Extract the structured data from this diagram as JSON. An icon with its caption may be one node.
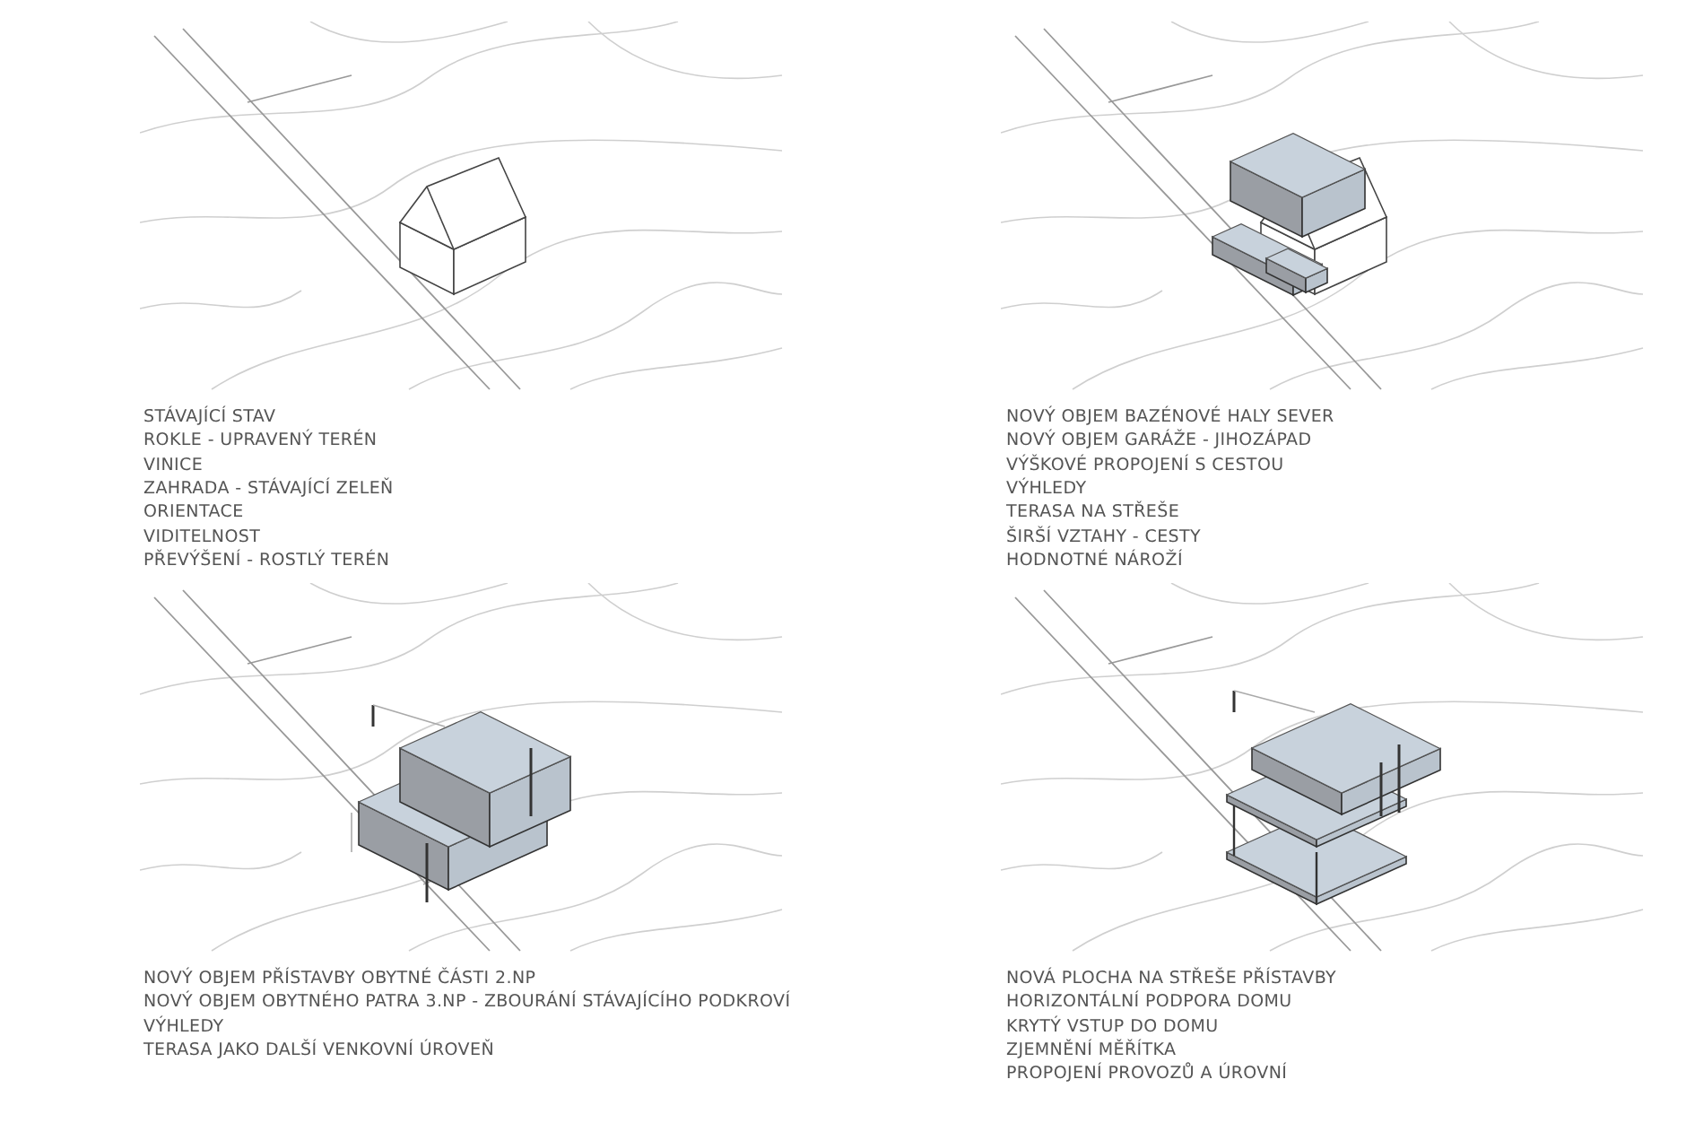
{
  "diagram": {
    "labels": [
      "STÁVAJÍCÍ STAV",
      "ROKLE - UPRAVENÝ TERÉN",
      "VINICE",
      "ZAHRADA - STÁVAJÍCÍ ZELEŇ",
      "ORIENTACE",
      "VIDITELNOST",
      "PŘEVÝŠENÍ - ROSTLÝ TERÉN",
      "NOVÝ OBJEM BAZÉNOVÉ HALY SEVER",
      "NOVÝ OBJEM GARÁŽE - JIHOZÁPAD",
      "VÝŠKOVÉ PROPOJENÍ S CESTOU",
      "VÝHLEDY",
      "TERASA NA STŘEŠE",
      "ŠIRŠÍ VZTAHY - CESTY",
      "HODNOTNÉ NÁROŽÍ",
      "NOVÝ OBJEM PŘÍSTAVBY OBYTNÉ ČÁSTI 2.NP",
      "NOVÝ OBJEM OBYTNÉHO PATRA 3.NP - ZBOURÁNÍ STÁVAJÍCÍHO PODKROVÍ",
      "VÝHLEDY",
      "TERASA JAKO DALŠÍ VENKOVNÍ ÚROVEŇ",
      "NOVÁ PLOCHA NA STŘEŠE PŘÍSTAVBY",
      "HORIZONTÁLNÍ PODPORA DOMU",
      "KRYTÝ VSTUP DO DOMU",
      "ZJEMNĚNÍ MĚŘÍTKA",
      "PROPOJENÍ PROVOZŮ A ÚROVNÍ"
    ]
  }
}
